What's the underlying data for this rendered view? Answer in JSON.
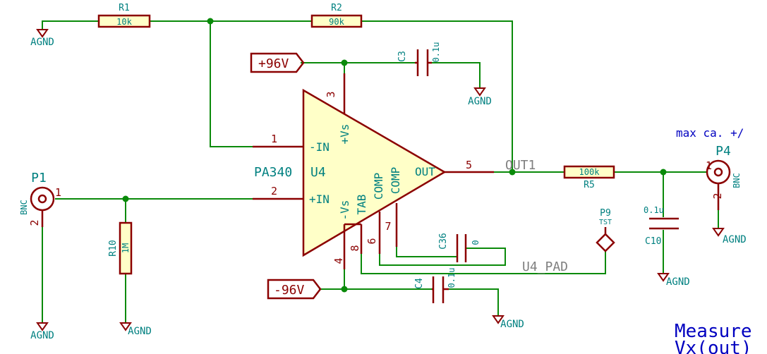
{
  "components": {
    "r1": {
      "ref": "R1",
      "value": "10k"
    },
    "r2": {
      "ref": "R2",
      "value": "90k"
    },
    "r5": {
      "ref": "R5",
      "value": "100k"
    },
    "r10": {
      "ref": "R10",
      "value": "1M"
    },
    "c3": {
      "ref": "C3",
      "value": "0.1u"
    },
    "c4": {
      "ref": "C4",
      "value": "0.1u"
    },
    "c10": {
      "ref": "C10",
      "value": "0.1u"
    },
    "c36": {
      "ref": "C36",
      "value": "0"
    },
    "p1": {
      "ref": "P1",
      "type": "BNC",
      "pin1": "1",
      "pin2": "2"
    },
    "p4": {
      "ref": "P4",
      "type": "BNC",
      "pin1": "1",
      "pin2": "2"
    },
    "p9": {
      "ref": "P9",
      "type": "TST"
    },
    "u4": {
      "ref": "U4",
      "part": "PA340",
      "pins": {
        "in_neg": "1",
        "in_pos": "2",
        "vs_pos": "3",
        "vs_neg": "4",
        "out": "5",
        "comp6": "6",
        "comp7": "7",
        "tab": "8"
      },
      "labels": {
        "in_neg": "-IN",
        "in_pos": "+IN",
        "vs_pos": "+Vs",
        "vs_neg": "-Vs",
        "out": "OUT",
        "tab": "TAB",
        "comp1": "COMP",
        "comp2": "COMP"
      }
    }
  },
  "power": {
    "pos": "+96V",
    "neg": "-96V"
  },
  "ground_label": "AGND",
  "nets": {
    "out1": "OUT1",
    "u4_pad": "U4_PAD"
  },
  "notes": {
    "max": "max ca. +/",
    "measure_line1": "Measure",
    "measure_line2": "Vx(out)"
  },
  "colors": {
    "wire": "#0a8a0a",
    "component": "#8b0000",
    "ref_text": "#008080",
    "net_text": "#7f7f7f",
    "note_text": "#0000c0",
    "fill": "#ffffc8"
  }
}
